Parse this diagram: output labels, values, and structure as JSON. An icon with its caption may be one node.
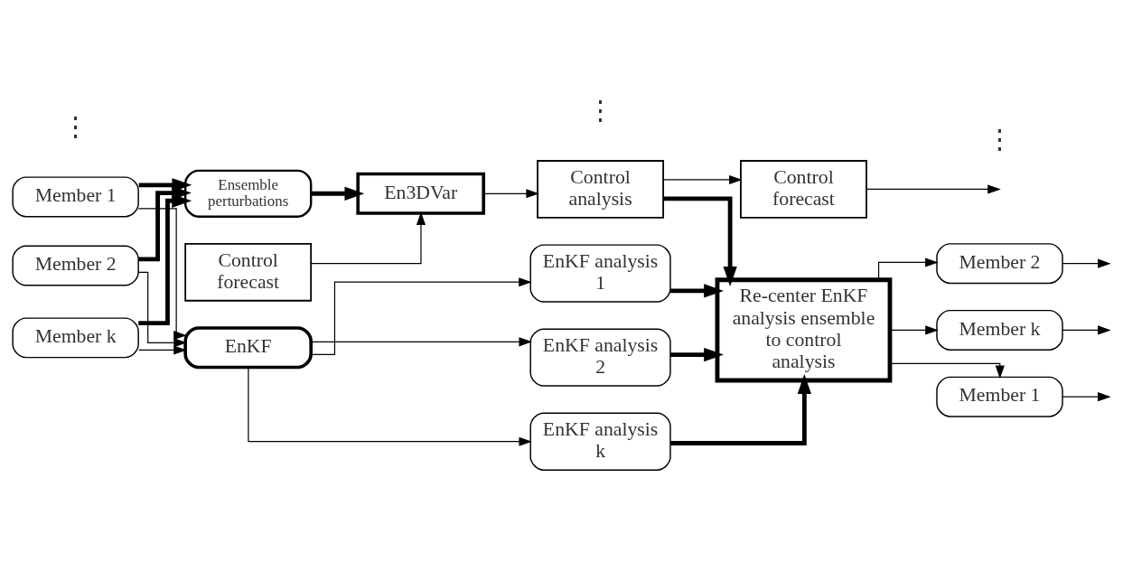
{
  "diagram": {
    "nodes": [
      {
        "text": [
          "Member 1"
        ]
      },
      {
        "text": [
          "Member 2"
        ]
      },
      {
        "text": [
          "Member k"
        ]
      },
      {
        "text": [
          "EnKF"
        ]
      },
      {
        "text": [
          "Ensemble perturbations"
        ]
      },
      {
        "text": [
          "Control forecast"
        ]
      },
      {
        "text": [
          "En3DVar"
        ]
      },
      {
        "text": [
          "EnKF analysis 1"
        ]
      },
      {
        "text": [
          "EnKF analysis 2"
        ]
      },
      {
        "text": [
          "EnKF analysis k"
        ]
      },
      {
        "text": [
          "Control analysis"
        ]
      },
      {
        "text": [
          "Re-center EnKF analysis ensemble to control analysis"
        ]
      },
      {
        "text": [
          "Member 1"
        ]
      },
      {
        "text": [
          "Member 2"
        ]
      },
      {
        "text": [
          "Member k"
        ]
      },
      {
        "text": [
          "Control forecast"
        ]
      }
    ],
    "edges": [
      {
        "from": 0,
        "to": 3,
        "arrow": "to"
      },
      {
        "from": 1,
        "to": 3,
        "arrow": "to"
      },
      {
        "from": 2,
        "to": 3,
        "arrow": "to"
      },
      {
        "from": 0,
        "to": 4,
        "arrow": "to",
        "style": "thick"
      },
      {
        "from": 1,
        "to": 4,
        "arrow": "to",
        "style": "thick"
      },
      {
        "from": 2,
        "to": 4,
        "arrow": "to",
        "style": "thick"
      },
      {
        "from": 3,
        "to": 7,
        "arrow": "to"
      },
      {
        "from": 3,
        "to": 8,
        "arrow": "to"
      },
      {
        "from": 3,
        "to": 9,
        "arrow": "to"
      },
      {
        "from": 4,
        "to": 6,
        "arrow": "to",
        "style": "thick"
      },
      {
        "from": 5,
        "to": 6,
        "arrow": "to"
      },
      {
        "from": 6,
        "to": 10,
        "arrow": "to"
      },
      {
        "from": 7,
        "to": 11,
        "arrow": "to",
        "style": "thick"
      },
      {
        "from": 8,
        "to": 11,
        "arrow": "to",
        "style": "thick"
      },
      {
        "from": 9,
        "to": 11,
        "arrow": "to",
        "style": "thick"
      },
      {
        "from": 10,
        "to": 11,
        "arrow": "to",
        "style": "thick"
      },
      {
        "from": 10,
        "to": 15,
        "arrow": "to"
      },
      {
        "from": 11,
        "to": 12,
        "arrow": "to"
      },
      {
        "from": 11,
        "to": 13,
        "arrow": "to"
      },
      {
        "from": 11,
        "to": 14,
        "arrow": "to"
      },
      {
        "from": 12,
        "to": null,
        "arrow": "to"
      },
      {
        "from": 13,
        "to": null,
        "arrow": "to"
      },
      {
        "from": 14,
        "to": null,
        "arrow": "to"
      },
      {
        "from": 15,
        "to": null,
        "arrow": "to"
      }
    ],
    "labels": [
      "⋮",
      "⋮",
      "⋮"
    ]
  }
}
